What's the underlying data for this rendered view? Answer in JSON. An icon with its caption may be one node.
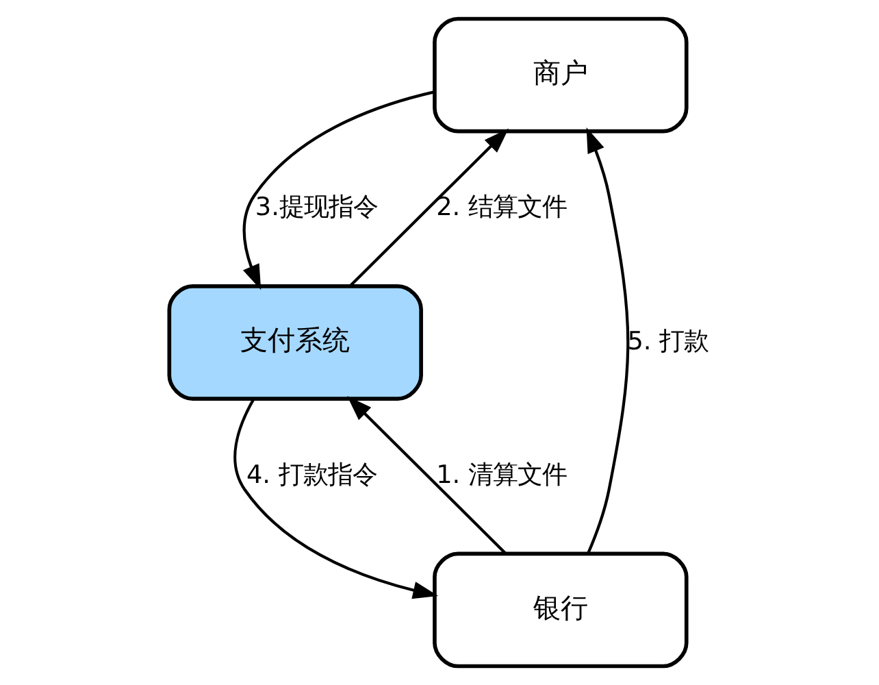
{
  "diagram": {
    "nodes": [
      {
        "text": [
          "商户"
        ]
      },
      {
        "text": [
          "银行"
        ]
      },
      {
        "text": [
          "支付系统"
        ]
      }
    ],
    "edges": [
      {
        "from": 1,
        "to": 0,
        "arrow": "to",
        "label": "5. 打款"
      },
      {
        "from": 2,
        "to": 0,
        "arrow": "to",
        "label": "2. 结算文件"
      },
      {
        "from": 0,
        "to": 2,
        "arrow": "to",
        "label": "3.提现指令"
      },
      {
        "from": 1,
        "to": 2,
        "arrow": "to",
        "label": "1. 清算文件"
      },
      {
        "from": 2,
        "to": 1,
        "arrow": "to",
        "label": "4. 打款指令"
      }
    ]
  }
}
